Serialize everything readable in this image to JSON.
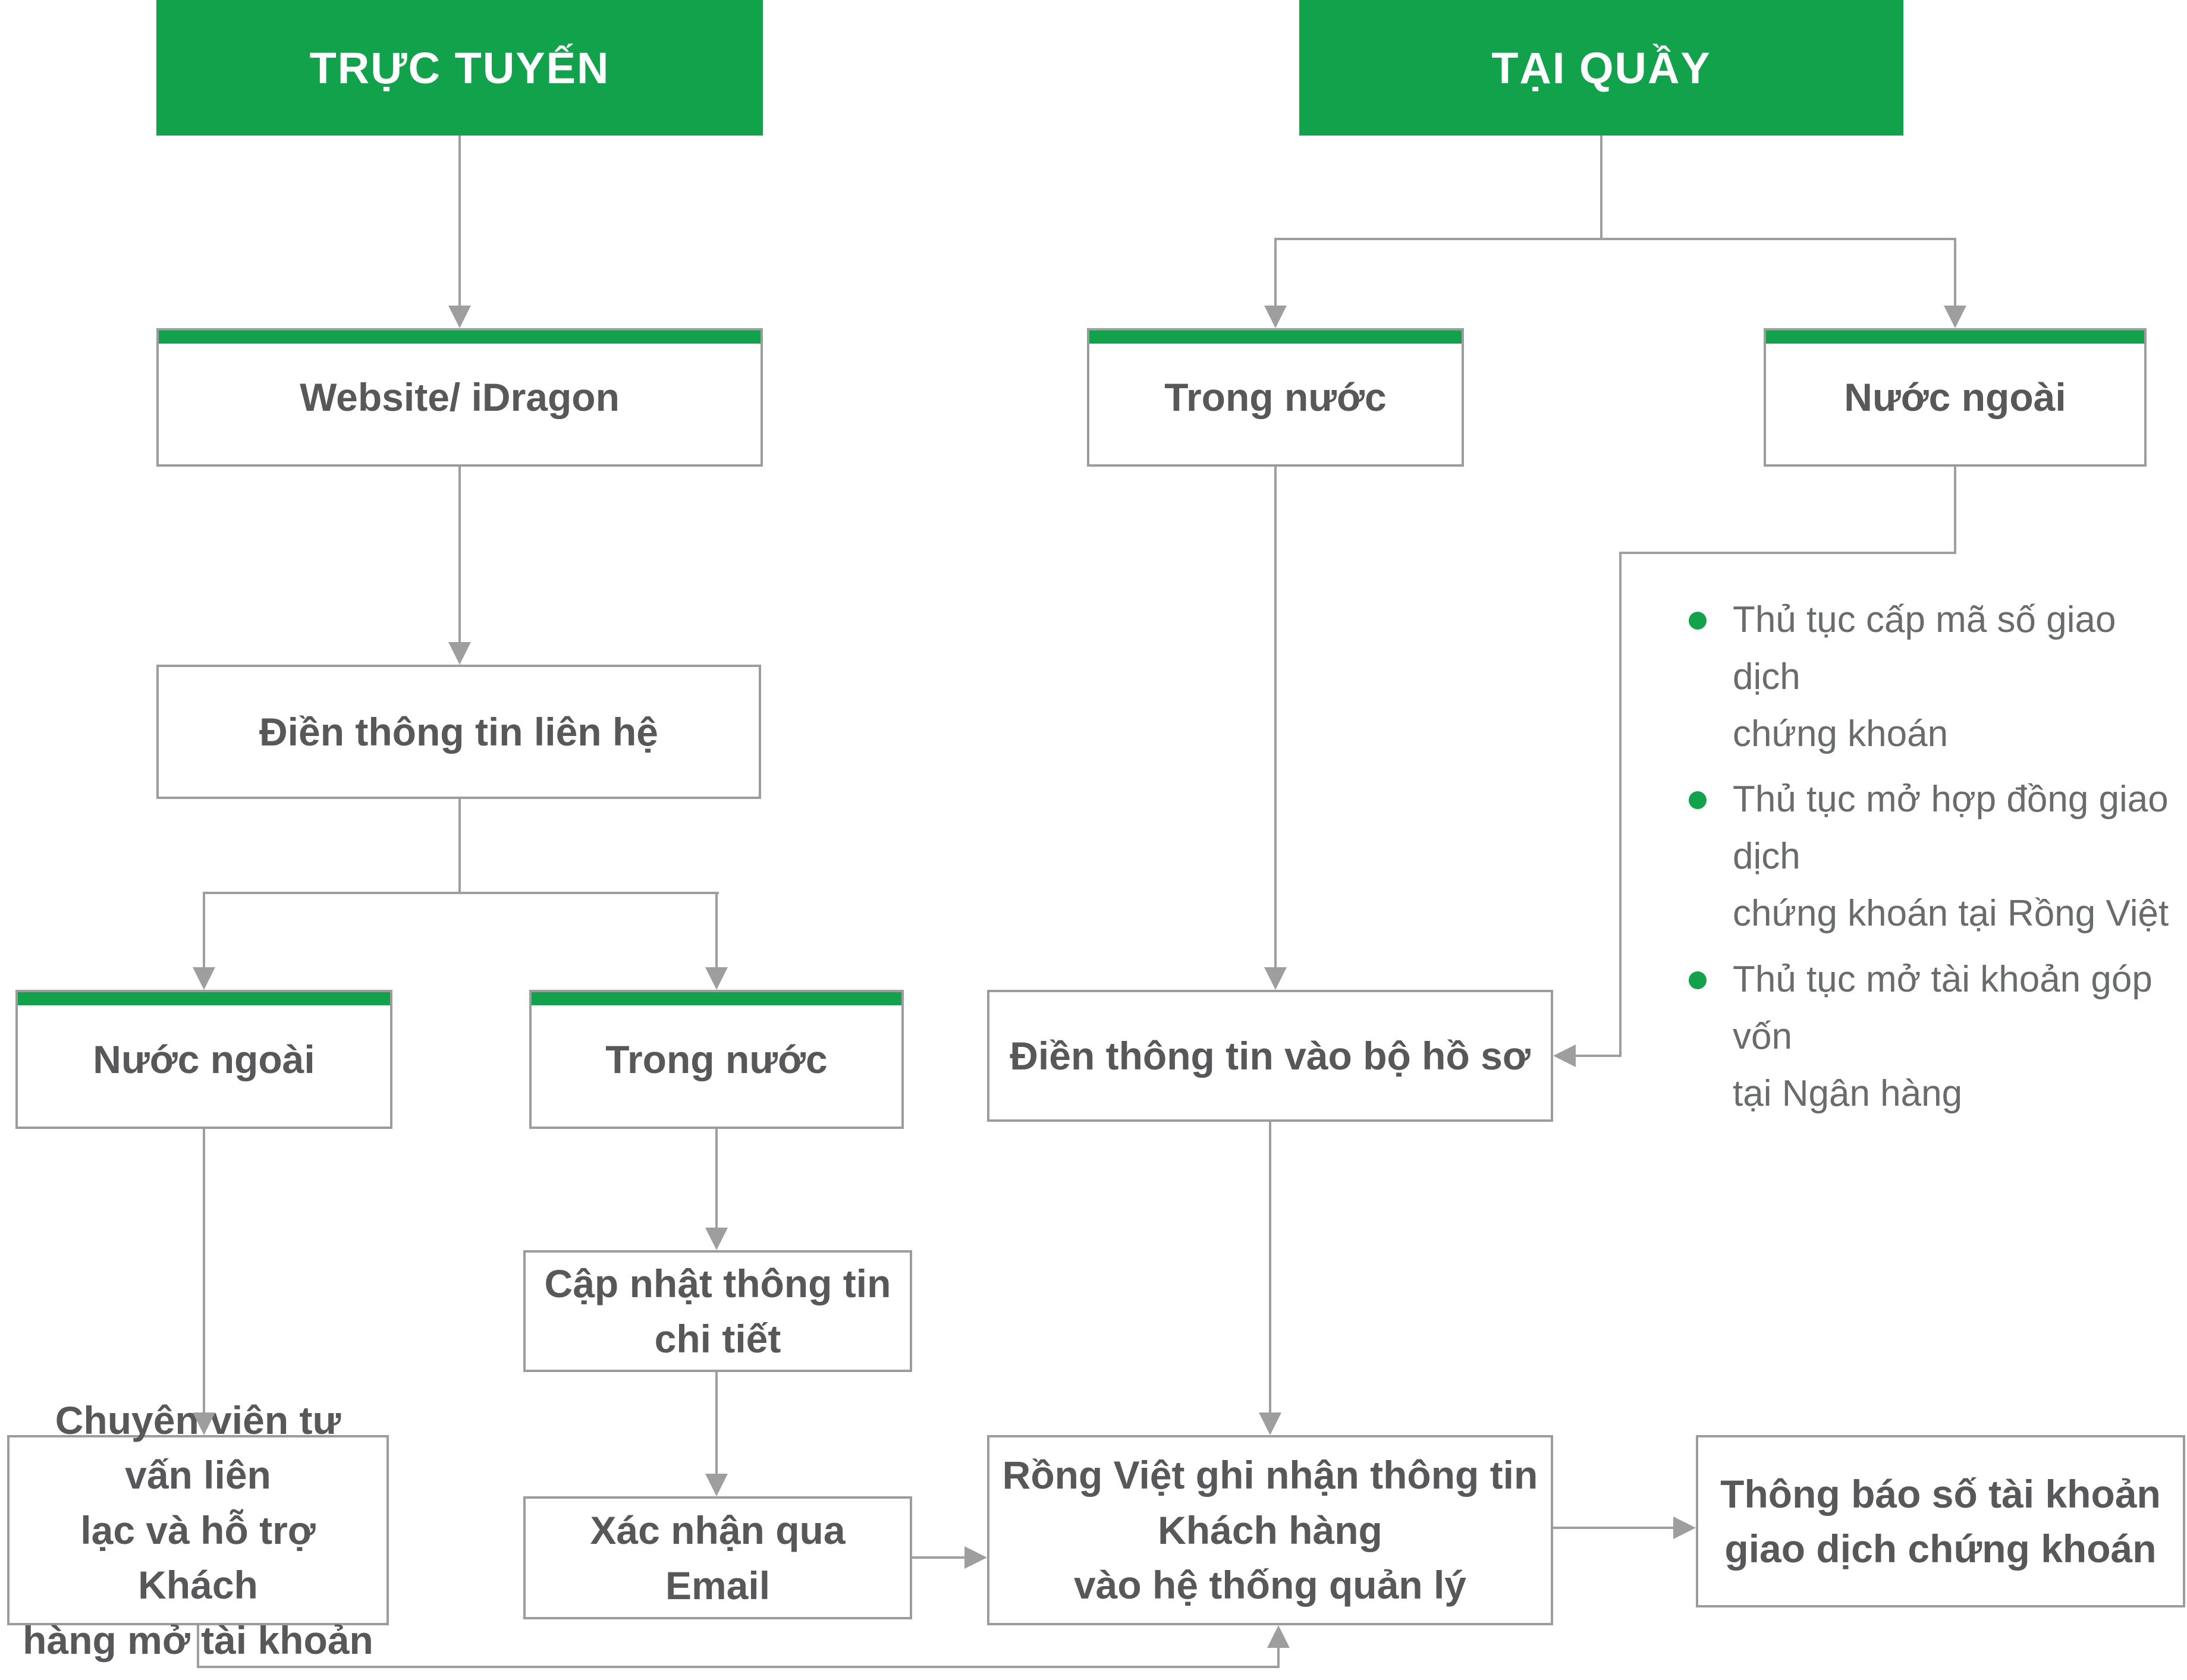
{
  "colors": {
    "brand_green": "#12A24C",
    "line_gray": "#9E9E9E",
    "box_border_gray": "#9C9C9C",
    "node_text": "#58585B",
    "note_text": "#6A6B6D",
    "header_text": "#FFFFFF"
  },
  "flow": {
    "online": {
      "header": "TRỰC TUYẾN",
      "website": "Website/ iDragon",
      "fill_contact": "Điền thông tin liên hệ",
      "foreign": "Nước ngoài",
      "domestic": "Trong nước",
      "advisor": "Chuyên viên tư vấn liên\nlạc và hỗ trợ Khách\nhàng mở tài khoản",
      "update_details": "Cập nhật thông tin\nchi tiết",
      "email_confirm": "Xác nhận qua Email"
    },
    "counter": {
      "header": "TẠI QUẦY",
      "domestic": "Trong nước",
      "foreign": "Nước ngoài",
      "fill_dossier": "Điền thông tin vào bộ hồ sơ",
      "notes": [
        "Thủ tục cấp mã số giao dịch\nchứng khoán",
        "Thủ tục mở hợp đồng giao dịch\nchứng khoán tại Rồng Việt",
        "Thủ tục mở tài khoản góp vốn\ntại Ngân hàng"
      ]
    },
    "shared": {
      "record_info": "Rồng Việt ghi nhận thông tin\nKhách hàng\nvào hệ thống quản lý",
      "notify_account": "Thông báo số tài khoản\ngiao dịch chứng khoán"
    }
  }
}
